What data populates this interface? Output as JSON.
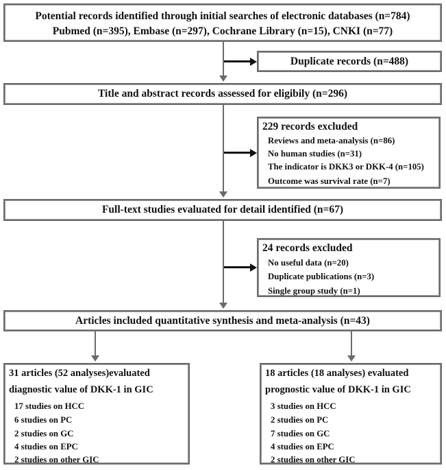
{
  "diagram": {
    "type": "prisma-flow-diagram",
    "title": "Study selection flow diagram for DKK-1 in gastrointestinal cancer meta-analysis",
    "colors": {
      "box_border": "#6b6b6b",
      "connector": "#6b6b6b",
      "arrow": "#111111",
      "text": "#111111",
      "background": "#ffffff"
    }
  },
  "identification": {
    "line1": "Potential records identified through initial searches of electronic databases (n=784)",
    "line2": "Pubmed (n=395),  Embase (n=297), Cochrane Library (n=15), CNKI (n=77)",
    "total": 784,
    "sources": [
      {
        "name": "Pubmed",
        "n": 395
      },
      {
        "name": "Embase",
        "n": 297
      },
      {
        "name": "Cochrane Library",
        "n": 15
      },
      {
        "name": "CNKI",
        "n": 77
      }
    ]
  },
  "duplicates": {
    "label": "Duplicate records (n=488)",
    "n": 488
  },
  "screening": {
    "label": "Title and abstract records assessed for eligibily (n=296)",
    "n": 296
  },
  "excluded_screening": {
    "heading": "229  records excluded",
    "n": 229,
    "reasons": [
      {
        "label": "Reviews and meta-analysis (n=86)",
        "n": 86
      },
      {
        "label": "No human studies (n=31)",
        "n": 31
      },
      {
        "label": "The indicator is DKK3 or DKK-4 (n=105)",
        "n": 105
      },
      {
        "label": "Outcome was survival rate (n=7)",
        "n": 7
      }
    ]
  },
  "eligibility": {
    "label": "Full-text studies evaluated for detail identified (n=67)",
    "n": 67
  },
  "excluded_fulltext": {
    "heading": "24 records excluded",
    "n": 24,
    "reasons": [
      {
        "label": "No useful data (n=20)",
        "n": 20
      },
      {
        "label": "Duplicate publications (n=3)",
        "n": 3
      },
      {
        "label": "Single group study (n=1)",
        "n": 1
      }
    ]
  },
  "included": {
    "label": "Articles included quantitative synthesis and meta-analysis (n=43)",
    "n": 43
  },
  "outcomes": [
    {
      "id": "diagnostic",
      "line1": "31 articles  (52 analyses)evaluated",
      "line2": "diagnostic value of DKK-1 in GIC",
      "articles": 31,
      "analyses": 52,
      "studies": [
        {
          "label": "17 studies on HCC",
          "n": 17,
          "cancer": "HCC"
        },
        {
          "label": "6 studies on PC",
          "n": 6,
          "cancer": "PC"
        },
        {
          "label": "2 studies on GC",
          "n": 2,
          "cancer": "GC"
        },
        {
          "label": "4 studies on EPC",
          "n": 4,
          "cancer": "EPC"
        },
        {
          "label": "2 studies on other GIC",
          "n": 2,
          "cancer": "other GIC"
        }
      ]
    },
    {
      "id": "prognostic",
      "line1": "18 articles  (18 analyses) evaluated",
      "line2": "prognostic value of DKK-1 in GIC",
      "articles": 18,
      "analyses": 18,
      "studies": [
        {
          "label": "3 studies on HCC",
          "n": 3,
          "cancer": "HCC"
        },
        {
          "label": "2 studies on PC",
          "n": 2,
          "cancer": "PC"
        },
        {
          "label": "7 studies on GC",
          "n": 7,
          "cancer": "GC"
        },
        {
          "label": "4 studies on EPC",
          "n": 4,
          "cancer": "EPC"
        },
        {
          "label": "2 studies on other GIC",
          "n": 2,
          "cancer": "other GIC"
        }
      ]
    }
  ]
}
